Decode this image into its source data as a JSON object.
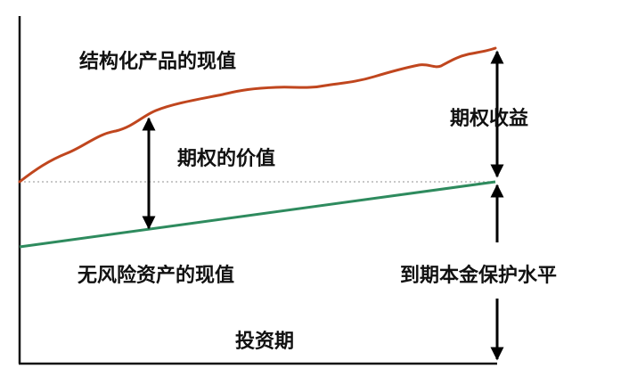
{
  "labels": {
    "structured_value": "结构化产品的现值",
    "option_value": "期权的价值",
    "riskfree_value": "无风险资产的现值",
    "option_payoff": "期权收益",
    "maturity_protection": "到期本金保护水平",
    "investment_period": "投资期"
  },
  "colors": {
    "axis": "#111111",
    "structured_line": "#c0461e",
    "riskfree_line": "#2e8b5e",
    "protection_dotted": "#b5b5b5",
    "arrow": "#000000",
    "text": "#111111"
  },
  "icons": {
    "arrow_heads": "filled-triangle"
  }
}
